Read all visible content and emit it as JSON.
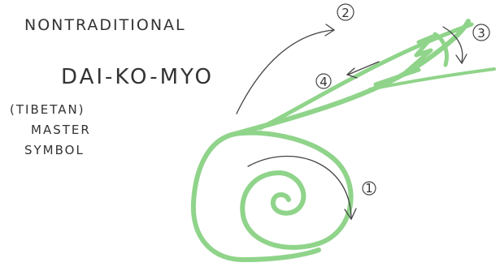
{
  "title_line1": "NONTRADITIONAL",
  "title_line2": "DAI-KO-MYO",
  "note_line1": "(TIBETAN)",
  "note_line2": "MASTER",
  "note_line3": "SYMBOL",
  "steps": [
    "1",
    "2",
    "3",
    "4"
  ],
  "colors": {
    "stroke": "#8fd48a",
    "ink": "#333333"
  }
}
